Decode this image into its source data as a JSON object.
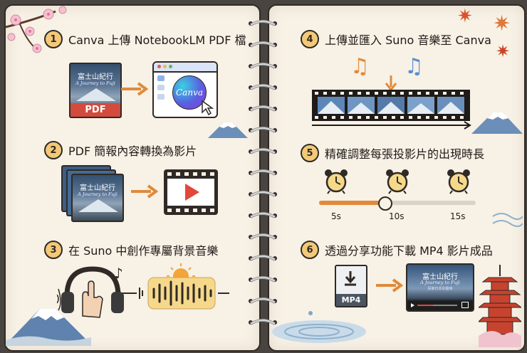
{
  "steps": [
    {
      "num": "1",
      "text": "Canva 上傳 NotebookLM PDF 檔"
    },
    {
      "num": "2",
      "text": "PDF 簡報內容轉換為影片"
    },
    {
      "num": "3",
      "text": "在 Suno 中創作專屬背景音樂"
    },
    {
      "num": "4",
      "text": "上傳並匯入 Suno 音樂至 Canva"
    },
    {
      "num": "5",
      "text": "精確調整每張投影片的出現時長"
    },
    {
      "num": "6",
      "text": "透過分享功能下載 MP4 影片成品"
    }
  ],
  "poster": {
    "title": "富士山紀行",
    "subtitle": "A Journey to Fuji",
    "caption": "探索日本的靈峰"
  },
  "pdf_label": "PDF",
  "canva_logo": "Canva",
  "mp4_label": "MP4",
  "timeline": {
    "labels": [
      "5s",
      "10s",
      "15s"
    ],
    "position": 0.42
  },
  "icons": [
    "pdf-file-icon",
    "canva-window-icon",
    "cursor-icon",
    "video-player-icon",
    "headphones-icon",
    "music-note-icon",
    "sun-icon",
    "film-strip-icon",
    "alarm-clock-icon",
    "download-icon",
    "pagoda-icon"
  ],
  "colors": {
    "accent_orange": "#e08a3a",
    "badge_yellow": "#f3c977",
    "pdf_red": "#d24b3d",
    "play_red": "#e3473a",
    "ink": "#2f2a26"
  }
}
